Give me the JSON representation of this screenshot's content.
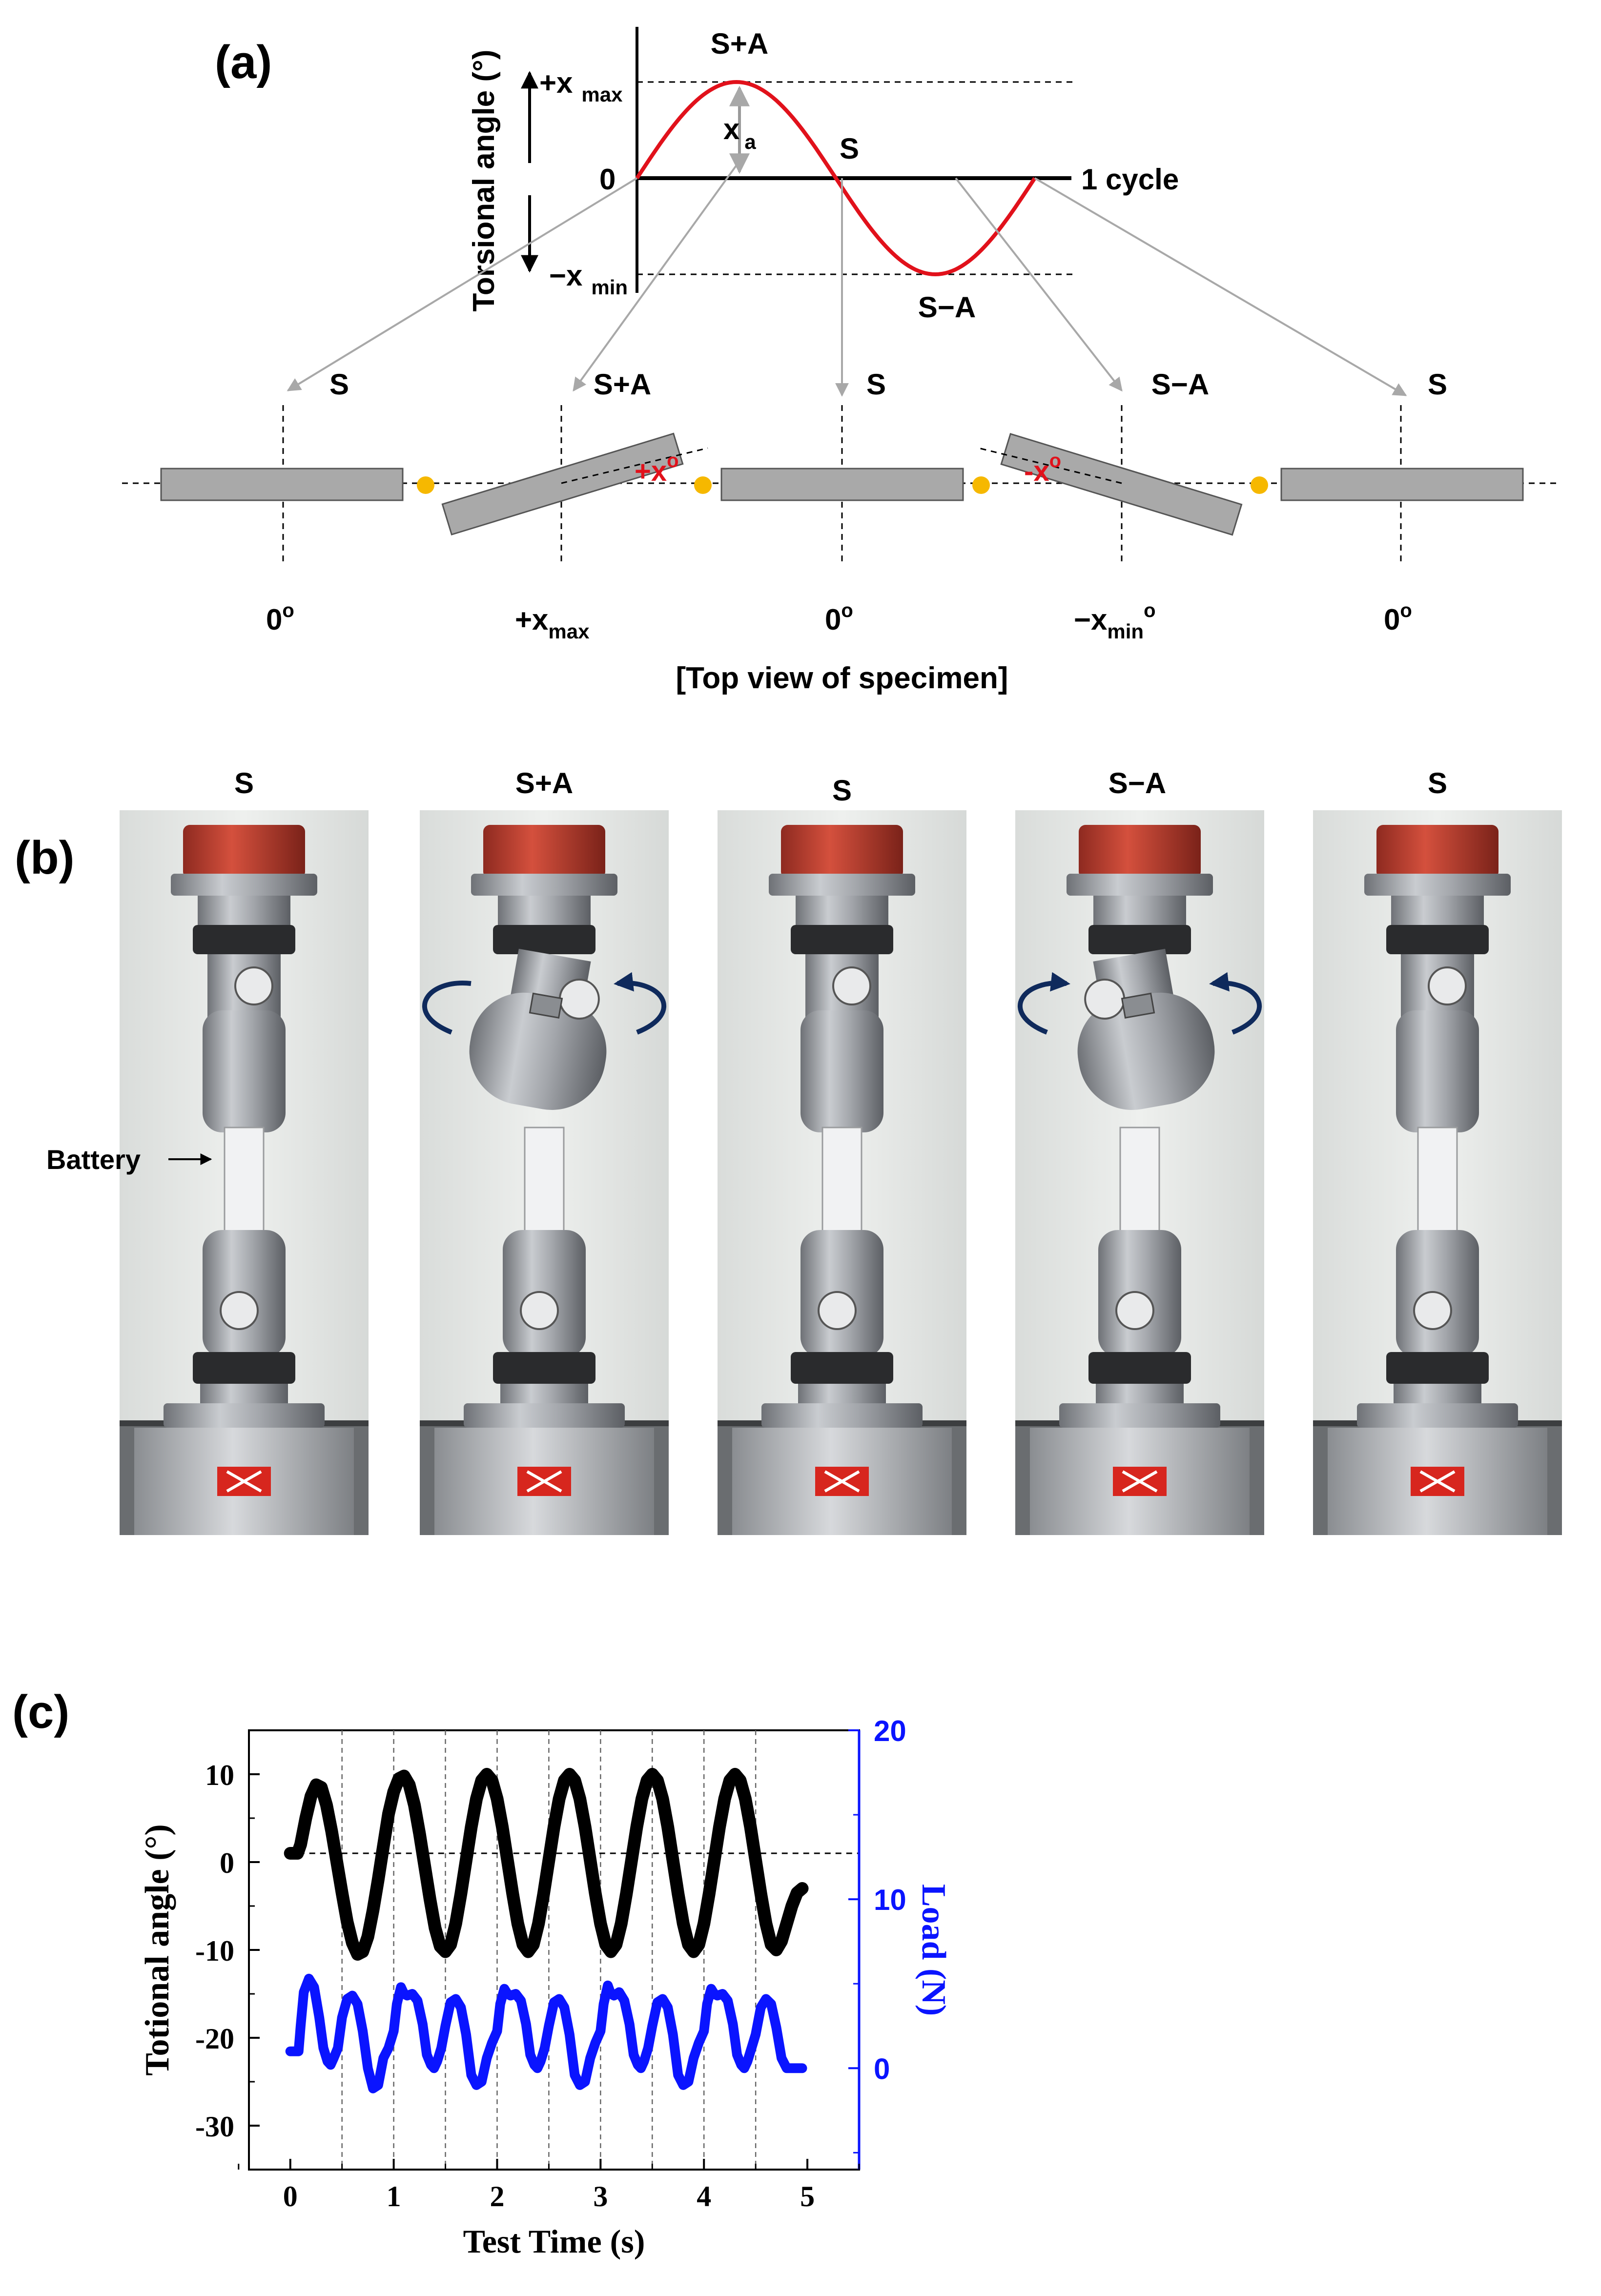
{
  "panel_a": {
    "label": "(a)",
    "y_axis_label": "Torsional angle (°)",
    "y_plus": "+x",
    "y_plus_sub": "max",
    "y_zero": "0",
    "y_minus": "−x",
    "y_minus_sub": "min",
    "amp": "x",
    "amp_sub": "a",
    "peak_label": "S+A",
    "mid_label": "S",
    "trough_label": "S−A",
    "cycle_label": "1 cycle",
    "states": [
      "S",
      "S+A",
      "S",
      "S−A",
      "S"
    ],
    "plus_angle": "+x",
    "plus_angle_sup": "o",
    "minus_angle": "-x",
    "minus_angle_sup": "o",
    "deg_main": [
      "0",
      "+x",
      "0",
      "−x",
      "0"
    ],
    "deg_sub": [
      "",
      "max",
      "",
      "min",
      ""
    ],
    "deg_sup": [
      "o",
      "",
      "o",
      "o",
      "o"
    ],
    "caption": "[Top view of specimen]"
  },
  "panel_b": {
    "label": "(b)",
    "photo_labels": [
      "S",
      "S+A",
      "S",
      "S−A",
      "S"
    ],
    "battery_label": "Battery"
  },
  "panel_c": {
    "label": "(c)",
    "colors": {
      "angle": "#000000",
      "load": "#0a14ff",
      "ref_line": "#000000"
    }
  },
  "chart_data": {
    "type": "line",
    "xlabel": "Test Time (s)",
    "ylabel": "Totional angle (°)",
    "y2label": "Load (N)",
    "xlim": [
      -0.4,
      5.5
    ],
    "ylim": [
      -35,
      15
    ],
    "y2lim": [
      -6,
      20
    ],
    "x_ticks": [
      0,
      1,
      2,
      3,
      4,
      5
    ],
    "y_ticks": [
      -30,
      -20,
      -10,
      0,
      10
    ],
    "y2_ticks": [
      0,
      10,
      20
    ],
    "reference_line_y": 1,
    "cycle_marks_x": [
      0.5,
      1.0,
      1.5,
      2.0,
      2.5,
      3.0,
      3.5,
      4.0,
      4.5
    ],
    "series": [
      {
        "axis": "left",
        "color": "#000000",
        "x": [
          0.0,
          0.07,
          0.1,
          0.15,
          0.2,
          0.25,
          0.3,
          0.35,
          0.4,
          0.45,
          0.5,
          0.55,
          0.6,
          0.65,
          0.7,
          0.75,
          0.8,
          0.85,
          0.9,
          0.95,
          1.0,
          1.05,
          1.1,
          1.15,
          1.2,
          1.25,
          1.3,
          1.35,
          1.4,
          1.45,
          1.5,
          1.55,
          1.6,
          1.65,
          1.7,
          1.75,
          1.8,
          1.85,
          1.9,
          1.95,
          2.0,
          2.05,
          2.1,
          2.15,
          2.2,
          2.25,
          2.3,
          2.35,
          2.4,
          2.45,
          2.5,
          2.55,
          2.6,
          2.65,
          2.7,
          2.75,
          2.8,
          2.85,
          2.9,
          2.95,
          3.0,
          3.05,
          3.1,
          3.15,
          3.2,
          3.25,
          3.3,
          3.35,
          3.4,
          3.45,
          3.5,
          3.55,
          3.6,
          3.65,
          3.7,
          3.75,
          3.8,
          3.85,
          3.9,
          3.95,
          4.0,
          4.05,
          4.1,
          4.15,
          4.2,
          4.25,
          4.3,
          4.35,
          4.4,
          4.45,
          4.5,
          4.55,
          4.6,
          4.65,
          4.7,
          4.75,
          4.8,
          4.85,
          4.9,
          4.95
        ],
        "y": [
          1.0,
          1.0,
          2.0,
          5.0,
          7.5,
          8.8,
          8.5,
          6.5,
          3.5,
          0.0,
          -3.5,
          -6.8,
          -9.2,
          -10.5,
          -10.2,
          -8.5,
          -5.5,
          -2.0,
          1.8,
          5.5,
          8.0,
          9.5,
          9.8,
          8.8,
          6.5,
          3.2,
          -0.5,
          -4.2,
          -7.5,
          -9.6,
          -10.2,
          -9.4,
          -7.0,
          -3.6,
          0.2,
          4.0,
          7.2,
          9.3,
          10.0,
          9.3,
          7.2,
          4.0,
          0.2,
          -3.6,
          -7.0,
          -9.4,
          -10.2,
          -9.4,
          -7.0,
          -3.6,
          0.2,
          4.0,
          7.2,
          9.3,
          10.0,
          9.3,
          7.2,
          4.0,
          0.2,
          -3.6,
          -7.0,
          -9.4,
          -10.2,
          -9.4,
          -7.0,
          -3.6,
          0.2,
          4.0,
          7.2,
          9.3,
          10.0,
          9.3,
          7.2,
          4.0,
          0.2,
          -3.6,
          -7.0,
          -9.4,
          -10.2,
          -9.4,
          -7.0,
          -3.6,
          0.2,
          4.0,
          7.2,
          9.3,
          10.0,
          9.3,
          7.2,
          4.0,
          0.2,
          -3.6,
          -7.0,
          -9.4,
          -10.0,
          -9.0,
          -7.0,
          -5.0,
          -3.5,
          -3.0
        ]
      },
      {
        "axis": "right",
        "color": "#0a14ff",
        "x": [
          0.0,
          0.05,
          0.08,
          0.1,
          0.13,
          0.18,
          0.23,
          0.28,
          0.32,
          0.36,
          0.39,
          0.42,
          0.46,
          0.5,
          0.55,
          0.6,
          0.65,
          0.7,
          0.75,
          0.8,
          0.85,
          0.9,
          0.95,
          1.0,
          1.03,
          1.07,
          1.1,
          1.13,
          1.18,
          1.23,
          1.28,
          1.32,
          1.36,
          1.39,
          1.42,
          1.46,
          1.5,
          1.55,
          1.6,
          1.65,
          1.7,
          1.75,
          1.8,
          1.85,
          1.9,
          1.95,
          2.0,
          2.03,
          2.07,
          2.1,
          2.13,
          2.18,
          2.23,
          2.28,
          2.32,
          2.36,
          2.39,
          2.42,
          2.46,
          2.5,
          2.55,
          2.6,
          2.65,
          2.7,
          2.75,
          2.8,
          2.85,
          2.9,
          2.95,
          3.0,
          3.03,
          3.07,
          3.1,
          3.13,
          3.18,
          3.23,
          3.28,
          3.32,
          3.36,
          3.39,
          3.42,
          3.46,
          3.5,
          3.55,
          3.6,
          3.65,
          3.7,
          3.75,
          3.8,
          3.85,
          3.9,
          3.95,
          4.0,
          4.03,
          4.07,
          4.1,
          4.13,
          4.18,
          4.23,
          4.28,
          4.32,
          4.36,
          4.39,
          4.42,
          4.46,
          4.5,
          4.55,
          4.6,
          4.65,
          4.7,
          4.75,
          4.8,
          4.85,
          4.9,
          4.95
        ],
        "y": [
          1.0,
          1.0,
          1.0,
          2.5,
          4.5,
          5.3,
          4.8,
          3.0,
          1.2,
          0.4,
          0.2,
          0.6,
          1.2,
          3.0,
          4.1,
          4.3,
          3.8,
          2.2,
          0.0,
          -1.2,
          -1.0,
          0.6,
          1.2,
          2.2,
          3.8,
          4.8,
          4.4,
          4.3,
          4.4,
          4.0,
          2.6,
          0.8,
          0.2,
          0.0,
          0.4,
          1.2,
          2.5,
          3.9,
          4.1,
          3.6,
          2.0,
          -0.4,
          -1.0,
          -0.8,
          0.6,
          1.5,
          2.2,
          3.8,
          4.7,
          4.4,
          4.3,
          4.4,
          4.0,
          2.6,
          0.8,
          0.2,
          0.0,
          0.4,
          1.2,
          2.5,
          3.9,
          4.1,
          3.6,
          2.0,
          -0.4,
          -1.0,
          -0.8,
          0.6,
          1.5,
          2.2,
          3.8,
          4.9,
          4.4,
          4.3,
          4.5,
          4.0,
          2.6,
          0.8,
          0.2,
          0.0,
          0.4,
          1.2,
          2.5,
          3.9,
          4.1,
          3.6,
          2.0,
          -0.4,
          -1.0,
          -0.8,
          0.6,
          1.5,
          2.2,
          3.8,
          4.7,
          4.4,
          4.3,
          4.4,
          4.0,
          2.6,
          0.8,
          0.2,
          0.0,
          0.4,
          1.2,
          2.0,
          3.6,
          4.1,
          3.8,
          2.4,
          0.6,
          0.0,
          0.0,
          0.0,
          0.0
        ]
      }
    ]
  }
}
